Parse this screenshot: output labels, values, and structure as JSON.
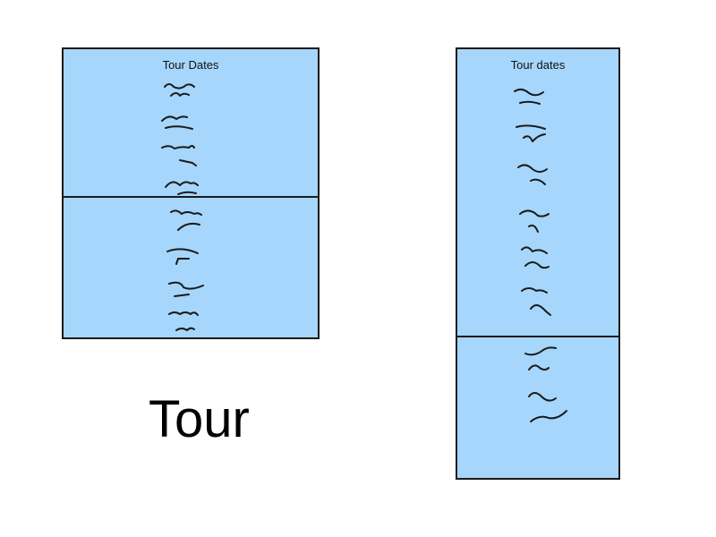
{
  "slide": {
    "background": "#ffffff",
    "panel_fill": "#a6d6fb",
    "border_color": "#1a1a1a"
  },
  "left_panel": {
    "title": "Tour Dates",
    "scribble_icon": "handwritten-scribble-icon"
  },
  "right_panel": {
    "title": "Tour dates",
    "scribble_icon": "handwritten-scribble-icon"
  },
  "main_label": "Tour"
}
